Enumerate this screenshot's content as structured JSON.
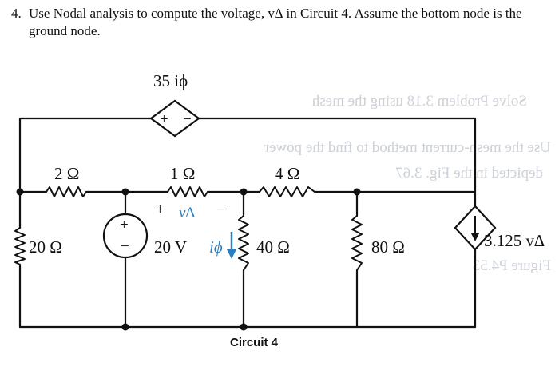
{
  "question": {
    "number": "4.",
    "text": "Use Nodal analysis to compute the voltage, v∆ in Circuit 4. Assume the bottom node is the ground node."
  },
  "circuit": {
    "dep_source_top": "35 iϕ",
    "r_top_left": "2 Ω",
    "r_top_mid": "1 Ω",
    "r_top_right": "4 Ω",
    "r_left": "20 Ω",
    "v_source": "20 V",
    "r_mid": "40 Ω",
    "r_right": "80 Ω",
    "dep_current": "3.125 v∆",
    "i_phi": "iϕ",
    "v_delta": "v∆",
    "plus": "+",
    "minus": "−",
    "caption": "Circuit 4"
  },
  "background_bleed": [
    "Solve Problem 3.18 using the mesh",
    "Use the mesh-current method to find the power",
    "depicted in the Fig. 3.67",
    "Figure P4.53"
  ],
  "colors": {
    "wire": "#111111",
    "annotation_blue": "#2a7fc0",
    "bleed_text": "#c7ccd4"
  }
}
